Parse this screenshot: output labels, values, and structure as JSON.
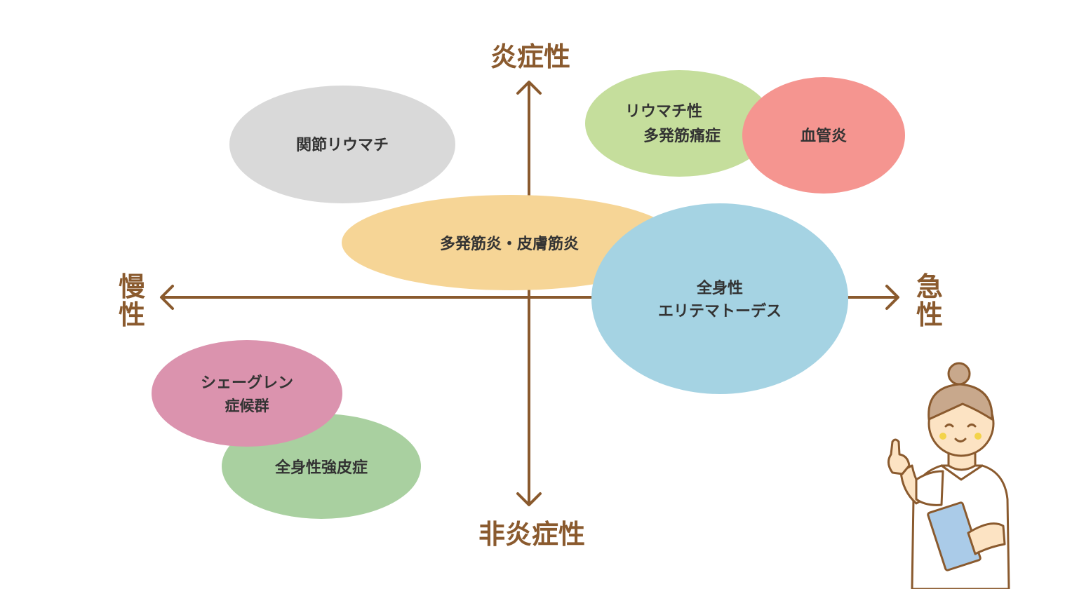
{
  "axes": {
    "top": "炎症性",
    "bottom": "非炎症性",
    "left_line1": "慢",
    "left_line2": "性",
    "right_line1": "急",
    "right_line2": "性"
  },
  "diseases": {
    "rheumatic_fever": "関節リウマチ",
    "pmr_line1": "リウマチ性",
    "pmr_line2": "多発筋痛症",
    "vasculitis": "血管炎",
    "polymyositis": "多発筋炎・皮膚筋炎",
    "sle_line1": "全身性",
    "sle_line2": "エリテマトーデス",
    "sjogren_line1": "シェーグレン",
    "sjogren_line2": "症候群",
    "scleroderma": "全身性強皮症"
  },
  "colors": {
    "axis": "#8a5a2e",
    "gray": "#d9d9d9",
    "light_green": "#c5de9c",
    "pink_red": "#f59590",
    "orange": "#f6d596",
    "light_blue": "#a5d3e3",
    "mauve": "#db93ae",
    "green": "#a9d0a0"
  }
}
